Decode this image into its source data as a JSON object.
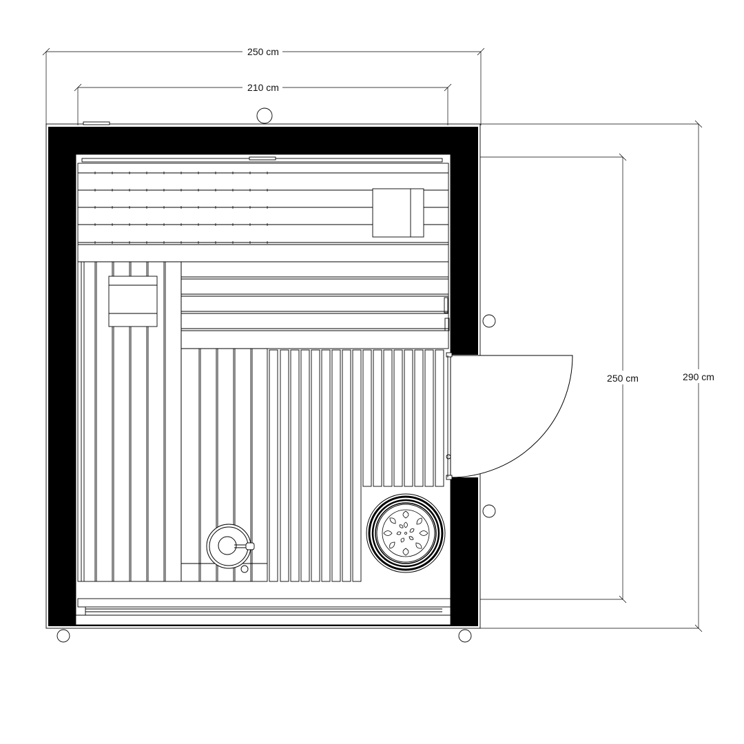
{
  "dimensions": {
    "outer_width": "250 cm",
    "inner_width": "210 cm",
    "inner_depth": "250 cm",
    "outer_depth": "290 cm"
  }
}
